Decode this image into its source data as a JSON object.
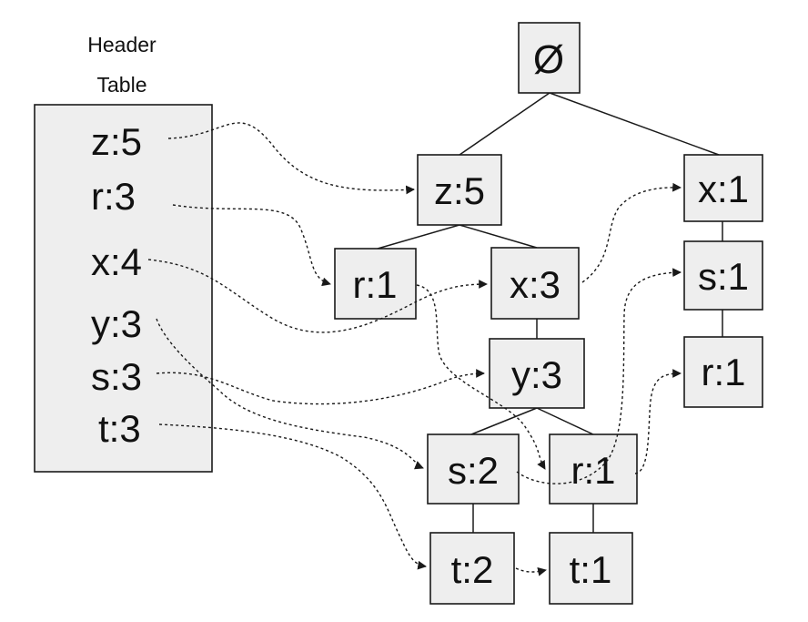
{
  "header_table": {
    "caption_line1": "Header",
    "caption_line2": "Table",
    "entries": [
      "z:5",
      "r:3",
      "x:4",
      "y:3",
      "s:3",
      "t:3"
    ]
  },
  "tree": {
    "root": "Ø",
    "nodes": {
      "z5": "z:5",
      "r1a": "r:1",
      "x3": "x:3",
      "y3": "y:3",
      "s2": "s:2",
      "r1b": "r:1",
      "t2": "t:2",
      "t1": "t:1",
      "x1": "x:1",
      "s1": "s:1",
      "r1c": "r:1"
    }
  }
}
